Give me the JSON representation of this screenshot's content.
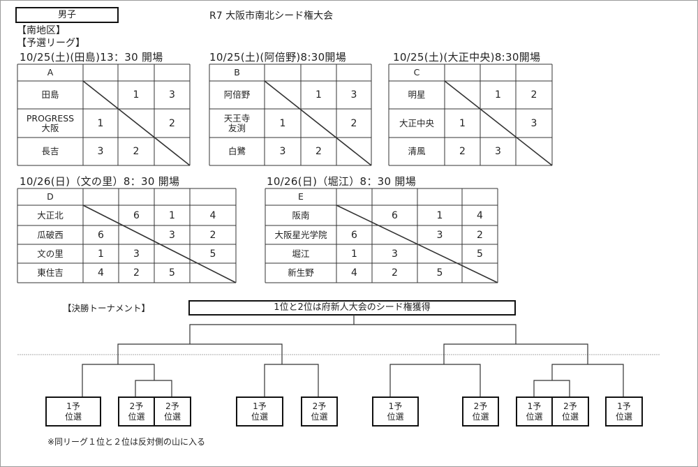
{
  "header": {
    "gender": "男子",
    "title": "R7 大阪市南北シード権大会",
    "district": "【南地区】",
    "section": "【予選リーグ】"
  },
  "leagues": [
    {
      "label": "A",
      "schedule": "10/25(土)(田島)13：30 開場",
      "teams": [
        "田島",
        "PROGRESS\n大阪",
        "長吉"
      ],
      "scores": [
        [
          "",
          "1",
          "3"
        ],
        [
          "1",
          "",
          "2"
        ],
        [
          "3",
          "2",
          ""
        ]
      ]
    },
    {
      "label": "B",
      "schedule": "10/25(土)(阿倍野)8:30開場",
      "teams": [
        "阿倍野",
        "天王寺\n友渕",
        "白鷺"
      ],
      "scores": [
        [
          "",
          "1",
          "3"
        ],
        [
          "1",
          "",
          "2"
        ],
        [
          "3",
          "2",
          ""
        ]
      ]
    },
    {
      "label": "C",
      "schedule": "10/25(土)(大正中央)8:30開場",
      "teams": [
        "明星",
        "大正中央",
        "清風"
      ],
      "scores": [
        [
          "",
          "1",
          "2"
        ],
        [
          "1",
          "",
          "3"
        ],
        [
          "2",
          "3",
          ""
        ]
      ]
    },
    {
      "label": "D",
      "schedule": "10/26(日)（文の里）8：30 開場",
      "teams": [
        "大正北",
        "瓜破西",
        "文の里",
        "東住吉"
      ],
      "scores": [
        [
          "",
          "6",
          "1",
          "4"
        ],
        [
          "6",
          "",
          "3",
          "2"
        ],
        [
          "1",
          "3",
          "",
          "5"
        ],
        [
          "4",
          "2",
          "5",
          ""
        ]
      ]
    },
    {
      "label": "E",
      "schedule": "10/26(日)（堀江）8：30 開場",
      "teams": [
        "阪南",
        "大阪星光学院",
        "堀江",
        "新生野"
      ],
      "scores": [
        [
          "",
          "6",
          "1",
          "4"
        ],
        [
          "6",
          "",
          "3",
          "2"
        ],
        [
          "1",
          "3",
          "",
          "5"
        ],
        [
          "4",
          "2",
          "5",
          ""
        ]
      ]
    }
  ],
  "tournament": {
    "heading": "【決勝トーナメント】",
    "banner": "1位と2位は府新人大会のシード権獲得",
    "slots": [
      {
        "line1": "1予",
        "line2": "位選"
      },
      {
        "line1": "2予",
        "line2": "位選"
      },
      {
        "line1": "2予",
        "line2": "位選"
      },
      {
        "line1": "1予",
        "line2": "位選"
      },
      {
        "line1": "2予",
        "line2": "位選"
      },
      {
        "line1": "1予",
        "line2": "位選"
      },
      {
        "line1": "2予",
        "line2": "位選"
      },
      {
        "line1": "1予",
        "line2": "位選"
      },
      {
        "line1": "2予",
        "line2": "位選"
      },
      {
        "line1": "1予",
        "line2": "位選"
      }
    ],
    "note": "※同リーグ１位と２位は反対側の山に入る"
  }
}
